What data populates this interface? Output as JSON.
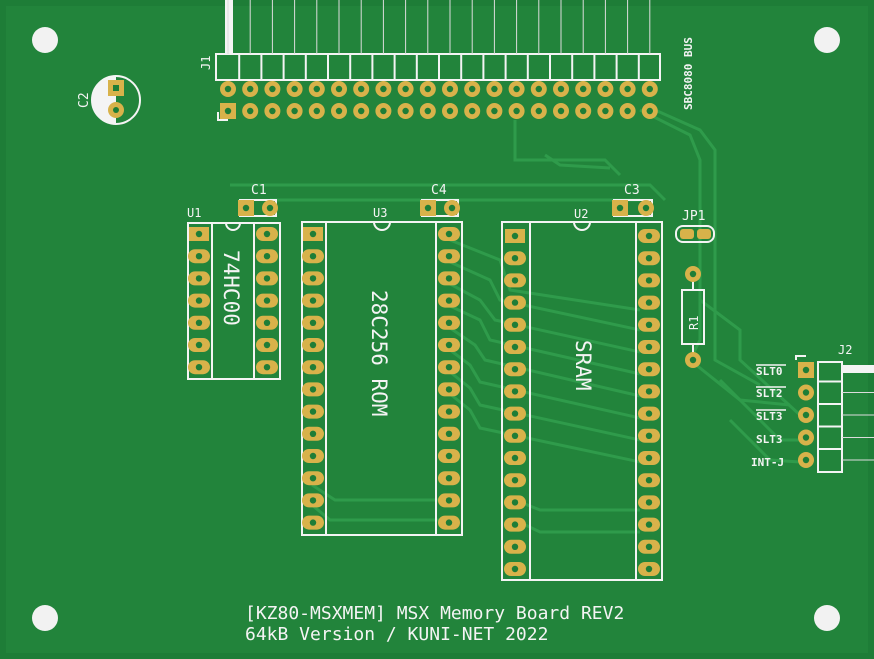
{
  "colors": {
    "board": "#1e7d37",
    "copper_pour": "#2a8f43",
    "trace": "#2c9a49",
    "pad": "#d8b24a",
    "silkscreen": "#f4f4f4",
    "hole": "#f2f2f2"
  },
  "labels": {
    "j1": "J1",
    "bus": "SBC8080 BUS",
    "c2": "C2",
    "c1": "C1",
    "c4": "C4",
    "c3": "C3",
    "u1": "U1",
    "u3": "U3",
    "u2": "U2",
    "jp1": "JP1",
    "r1": "R1",
    "j2": "J2",
    "chip_u1": "74HC00",
    "chip_u3": "28C256 ROM",
    "chip_u2": "SRAM",
    "slt0": "SLT0",
    "slt2": "SLT2",
    "slt3_bar": "SLT3",
    "slt3": "SLT3",
    "intj": "INT-J",
    "title_line1": "[KZ80-MSXMEM] MSX Memory Board REV2",
    "title_line2": "64kB Version / KUNI-NET 2022"
  }
}
